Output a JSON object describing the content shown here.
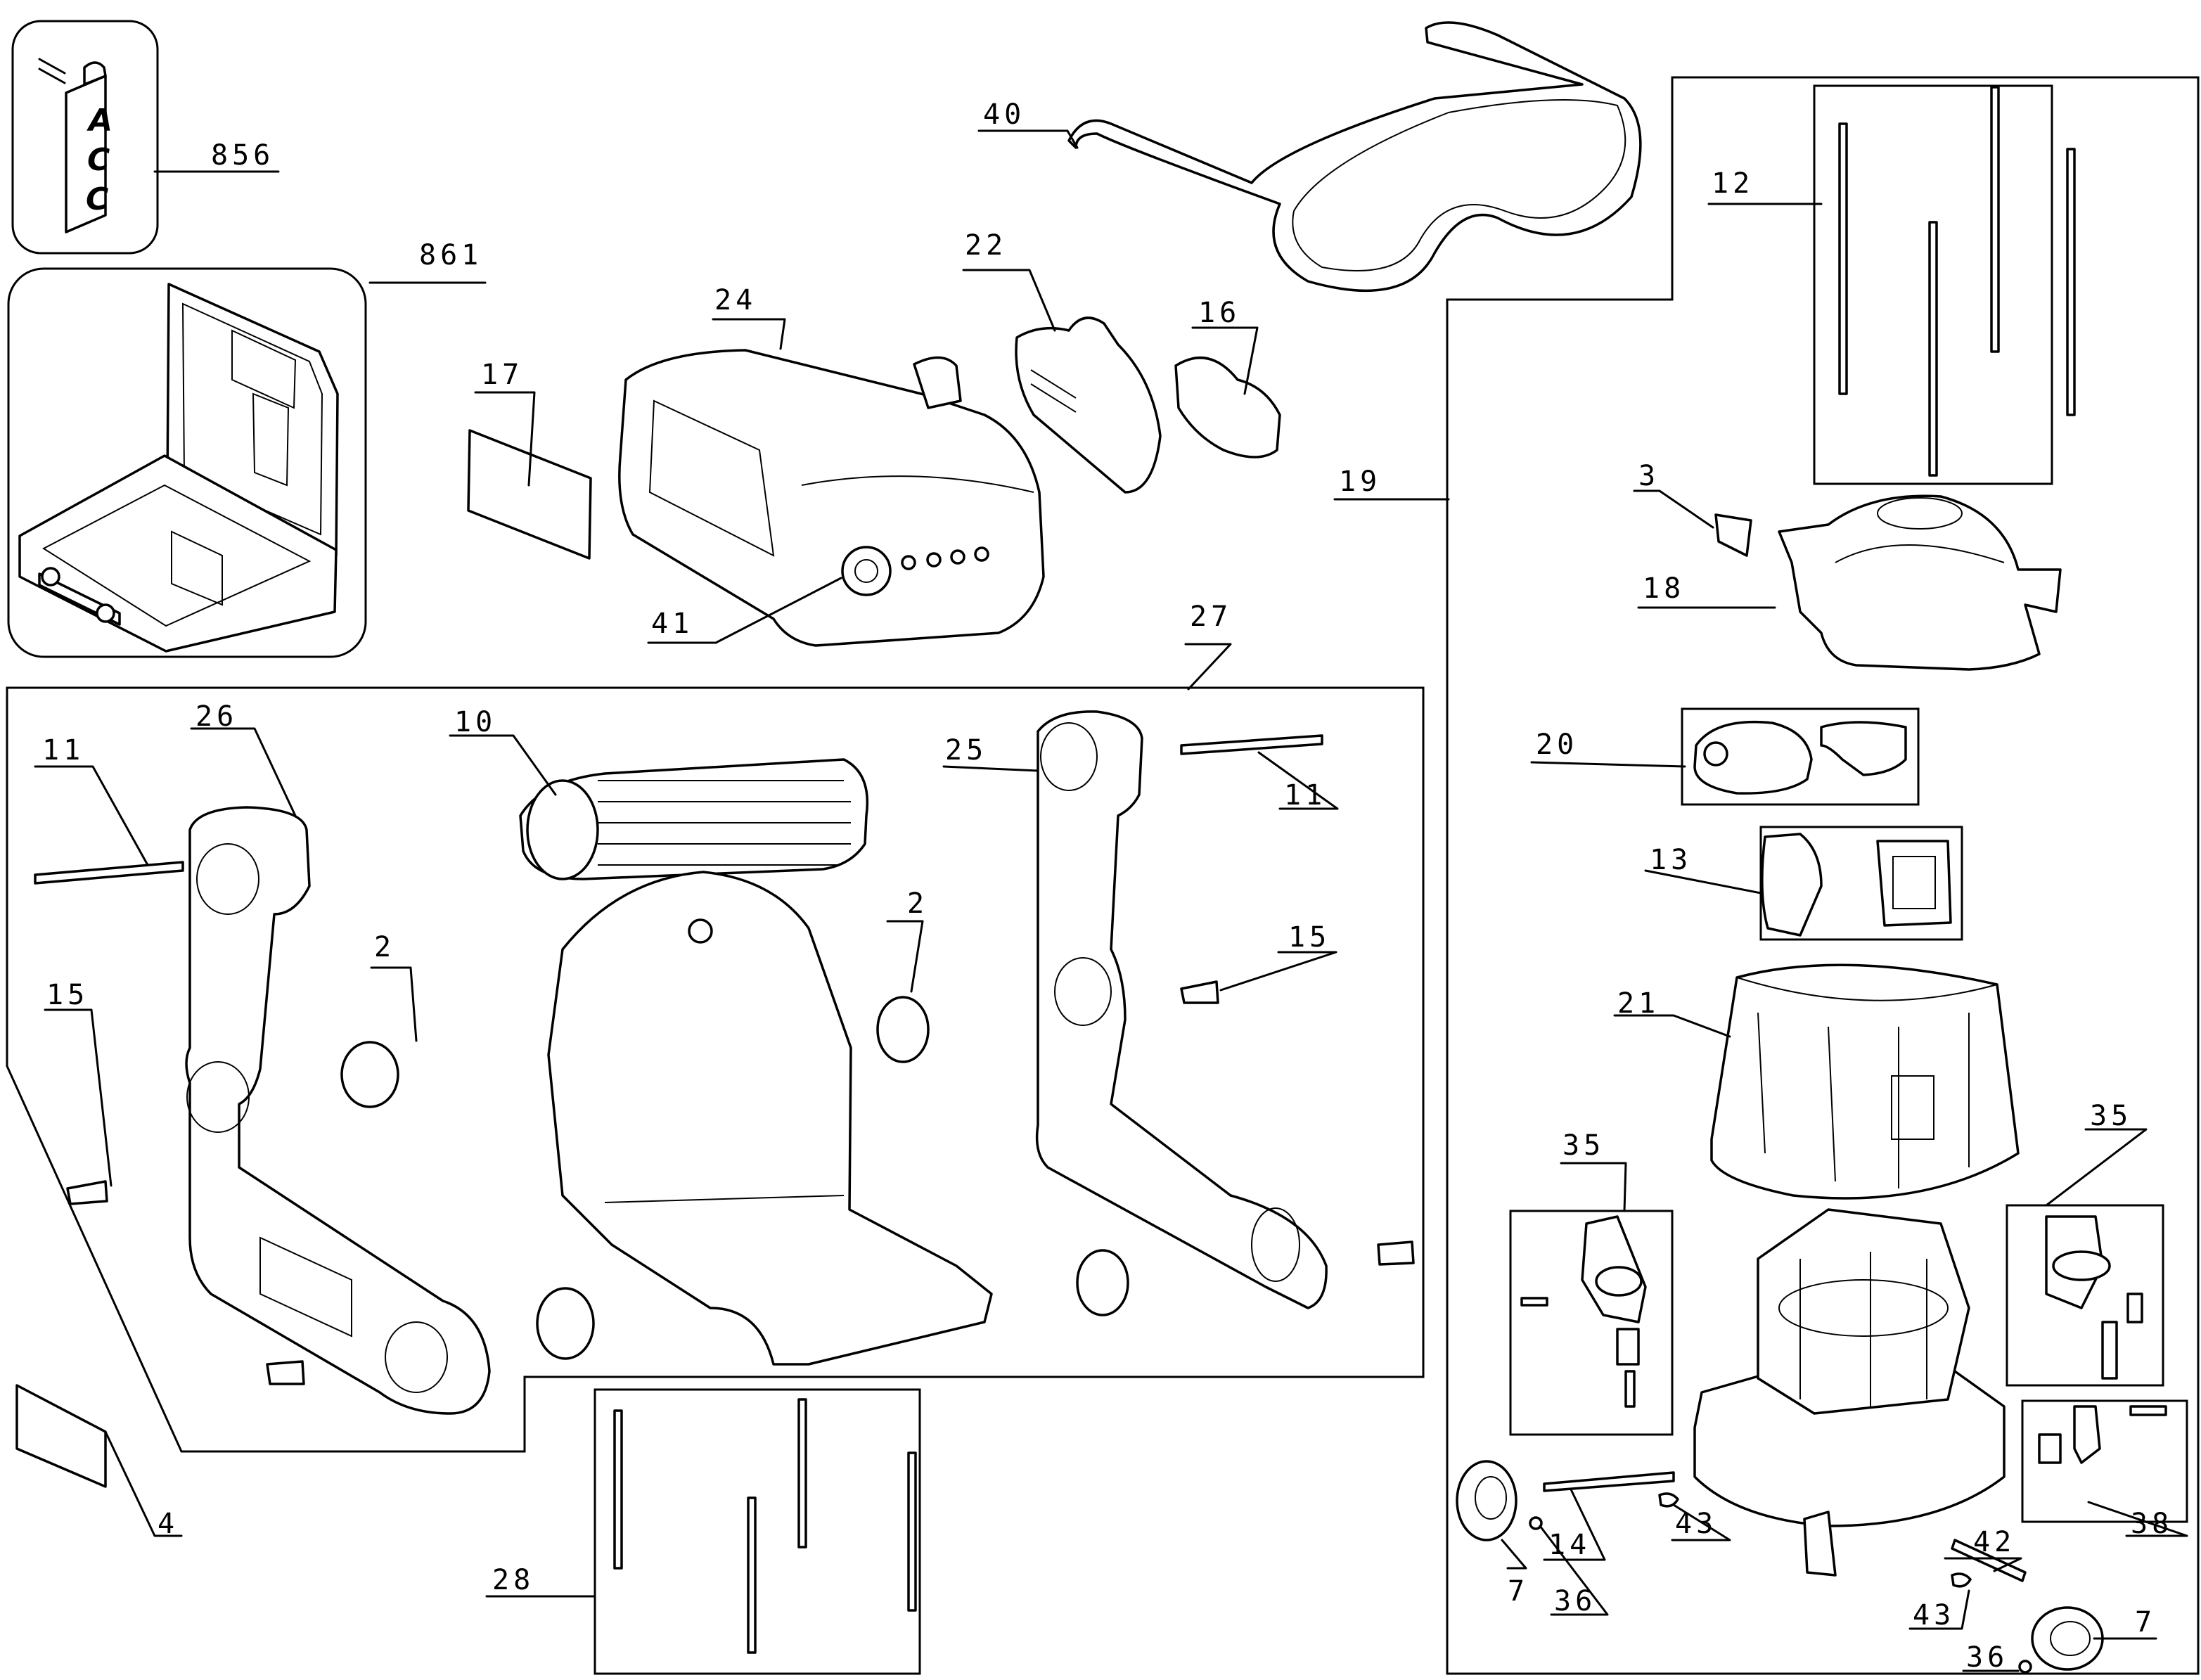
{
  "diagram": {
    "labels": {
      "p856": "856",
      "p861": "861",
      "p40": "40",
      "p12": "12",
      "p24": "24",
      "p22": "22",
      "p16": "16",
      "p17": "17",
      "p19": "19",
      "p3": "3",
      "p18": "18",
      "p41": "41",
      "p27": "27",
      "p26": "26",
      "p10": "10",
      "p25": "25",
      "p11a": "11",
      "p11b": "11",
      "p20": "20",
      "p2a": "2",
      "p2b": "2",
      "p15a": "15",
      "p15b": "15",
      "p13": "13",
      "p21": "21",
      "p35a": "35",
      "p35b": "35",
      "p4": "4",
      "p28": "28",
      "p14": "14",
      "p43a": "43",
      "p43b": "43",
      "p42": "42",
      "p38": "38",
      "p7a": "7",
      "p7b": "7",
      "p36a": "36",
      "p36b": "36"
    },
    "tag_text": [
      "A",
      "C",
      "C"
    ]
  }
}
